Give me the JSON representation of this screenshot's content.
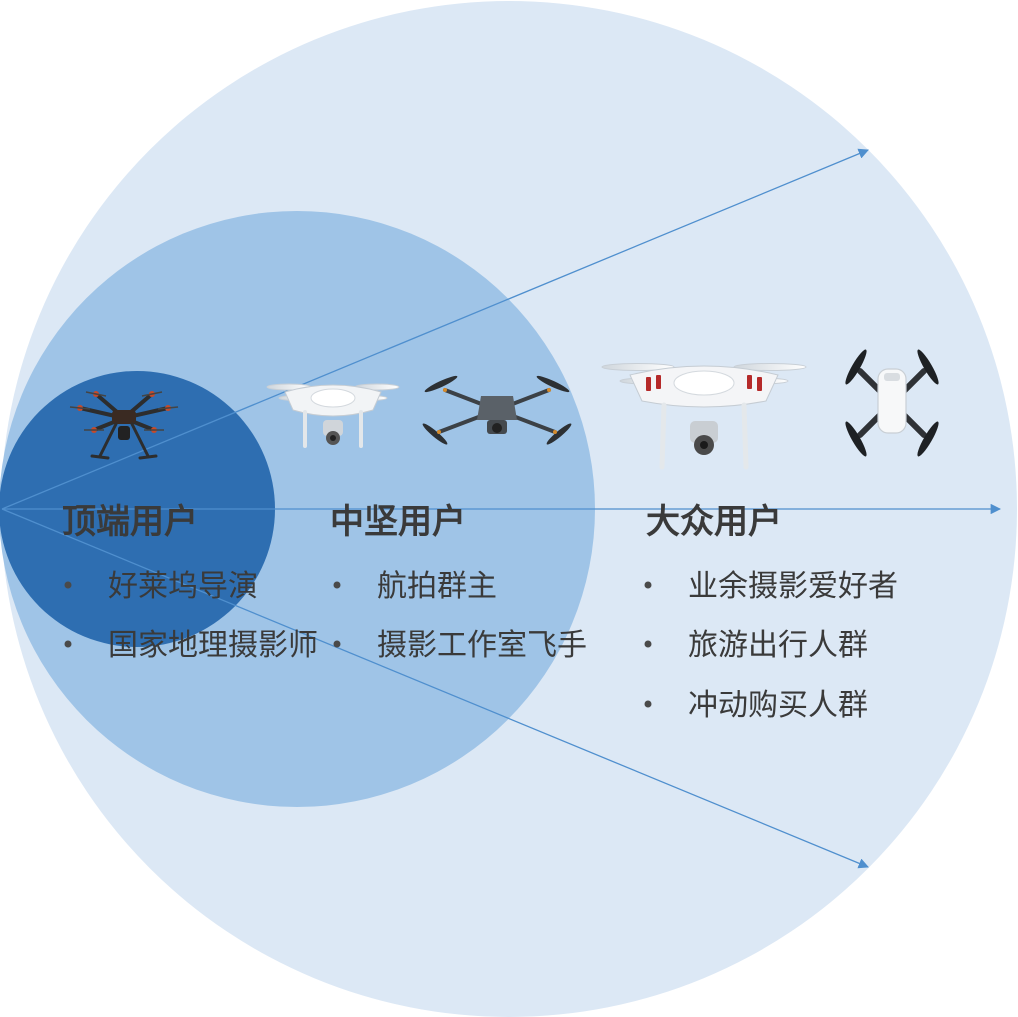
{
  "colors": {
    "outer_circle": "#dce8f5",
    "middle_circle": "#9fc4e7",
    "inner_circle": "#2e6eb1",
    "arrow": "#4f8fce",
    "text": "#3a3a3a"
  },
  "tiers": [
    {
      "title": "顶端用户",
      "items": [
        "好莱坞导演",
        "国家地理摄影师"
      ],
      "drone_icons": [
        "hexacopter-drone-icon"
      ]
    },
    {
      "title": "中坚用户",
      "items": [
        "航拍群主",
        "摄影工作室飞手"
      ],
      "drone_icons": [
        "quadcopter-white-drone-icon",
        "foldable-gray-drone-icon"
      ]
    },
    {
      "title": "大众用户",
      "items": [
        "业余摄影爱好者",
        "旅游出行人群",
        "冲动购买人群"
      ],
      "drone_icons": [
        "quadcopter-red-stripe-drone-icon",
        "mini-white-drone-icon"
      ]
    }
  ]
}
